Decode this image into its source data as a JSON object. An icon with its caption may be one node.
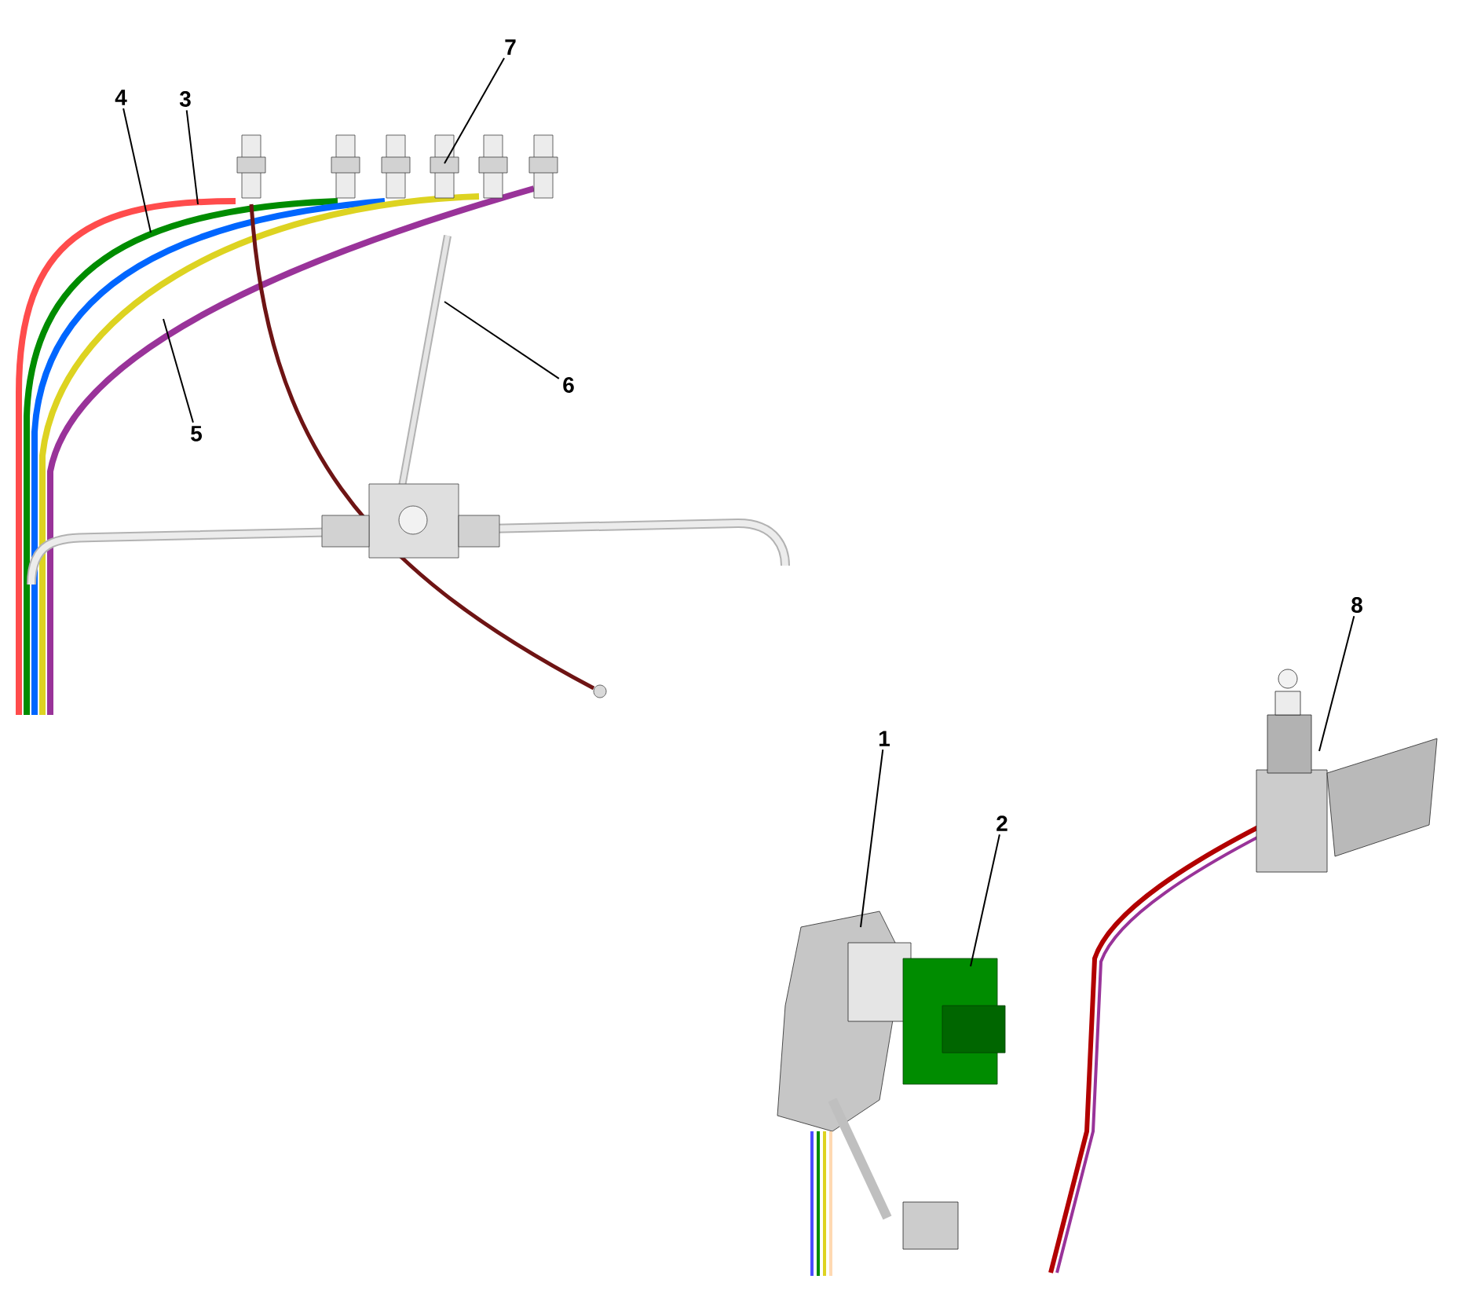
{
  "diagram": {
    "nodes": [
      {
        "text": [
          "7"
        ]
      },
      {
        "text": [
          "4"
        ]
      },
      {
        "text": [
          "3"
        ]
      },
      {
        "text": [
          "6"
        ]
      },
      {
        "text": [
          "5"
        ]
      },
      {
        "text": [
          "8"
        ]
      },
      {
        "text": [
          "1"
        ]
      },
      {
        "text": [
          "2"
        ]
      }
    ],
    "edges": [
      {
        "from": 0,
        "to": null,
        "arrow": "none"
      },
      {
        "from": 1,
        "to": null,
        "arrow": "none"
      },
      {
        "from": 2,
        "to": null,
        "arrow": "none"
      },
      {
        "from": 3,
        "to": null,
        "arrow": "none"
      },
      {
        "from": 4,
        "to": null,
        "arrow": "none"
      },
      {
        "from": 5,
        "to": null,
        "arrow": "none"
      },
      {
        "from": 6,
        "to": null,
        "arrow": "none"
      },
      {
        "from": 7,
        "to": null,
        "arrow": "none"
      }
    ]
  }
}
